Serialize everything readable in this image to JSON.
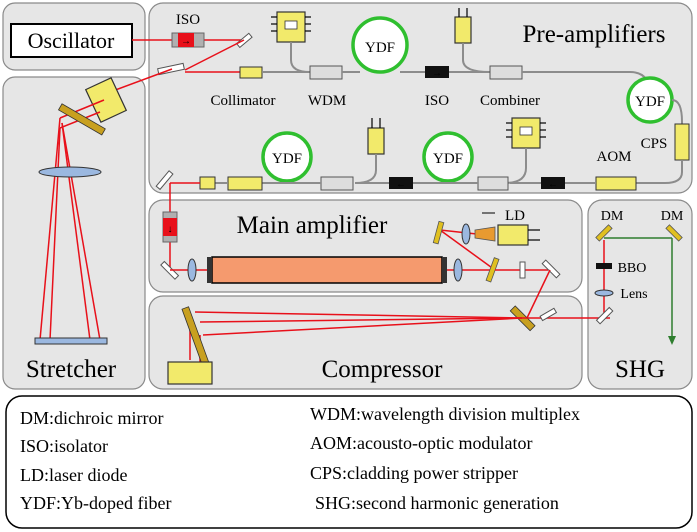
{
  "sections": {
    "oscillator": "Oscillator",
    "stretcher": "Stretcher",
    "preamplifiers": "Pre-amplifiers",
    "main_amplifier": "Main amplifier",
    "compressor": "Compressor",
    "shg": "SHG"
  },
  "labels": {
    "iso_top": "ISO",
    "collimator": "Collimator",
    "wdm": "WDM",
    "iso_mid": "ISO",
    "combiner": "Combiner",
    "ydf_top": "YDF",
    "ydf_right": "YDF",
    "cps": "CPS",
    "aom": "AOM",
    "ydf_low_left": "YDF",
    "ydf_low_mid": "YDF",
    "ld": "LD",
    "dm_left": "DM",
    "dm_right": "DM",
    "bbo": "BBO",
    "lens": "Lens"
  },
  "legend": [
    "DM:dichroic mirror",
    "ISO:isolator",
    "LD:laser diode",
    "YDF:Yb-doped fiber",
    "WDM:wavelength division multiplex",
    "AOM:acousto-optic modulator",
    "CPS:cladding power stripper",
    "SHG:second harmonic generation"
  ],
  "colors": {
    "beam": "#e8101a",
    "fiber": "#8c8c8c",
    "ydf_coil": "#2fbf2f",
    "panel_bg": "#e6e6e6",
    "diode": "#f2ea6b",
    "isolator_box": "#111111",
    "gain_medium": "#f59a6e",
    "shg_beam": "#2e7d2e",
    "lens": "#9bb8e0"
  }
}
